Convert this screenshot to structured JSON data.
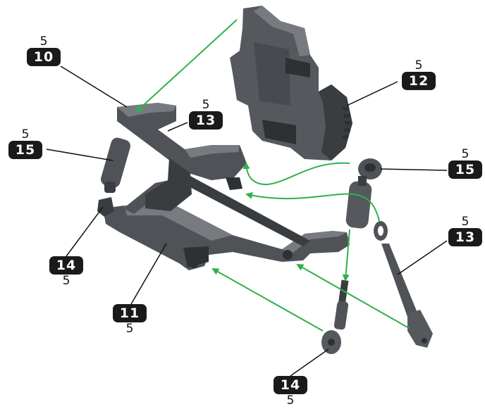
{
  "colors": {
    "badge": "#1a1a1a",
    "arrow": "#2db14a",
    "part": "#4f5357",
    "part_dark": "#2e3134",
    "part_light": "#777b80"
  },
  "callouts": [
    {
      "part": "10",
      "qty": "5"
    },
    {
      "part": "15",
      "qty": "5"
    },
    {
      "part": "13",
      "qty": "5"
    },
    {
      "part": "12",
      "qty": "5"
    },
    {
      "part": "15",
      "qty": "5"
    },
    {
      "part": "13",
      "qty": "5"
    },
    {
      "part": "14",
      "qty": "5"
    },
    {
      "part": "11",
      "qty": "5"
    },
    {
      "part": "14",
      "qty": "5"
    }
  ]
}
